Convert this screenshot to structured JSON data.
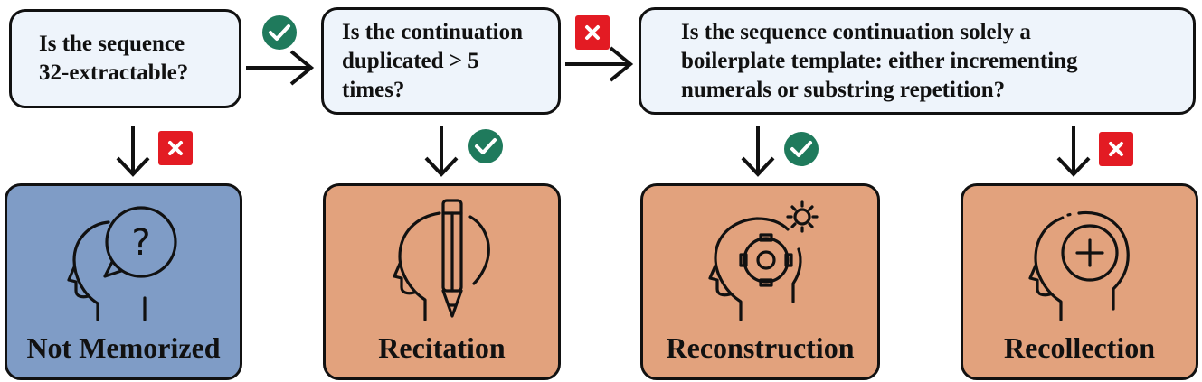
{
  "questions": [
    {
      "lines": [
        "Is the sequence",
        "32-extractable?"
      ]
    },
    {
      "lines": [
        "Is the continuation",
        "duplicated > 5",
        "times?"
      ]
    },
    {
      "lines": [
        "Is the sequence continuation solely a",
        "boilerplate template: either incrementing",
        "numerals or substring repetition?"
      ]
    }
  ],
  "categories": [
    {
      "label": "Not Memorized",
      "color": "#7f9cc6",
      "icon": "question-head-icon"
    },
    {
      "label": "Recitation",
      "color": "#e2a27d",
      "icon": "pencil-head-icon"
    },
    {
      "label": "Reconstruction",
      "color": "#e2a27d",
      "icon": "gear-head-icon"
    },
    {
      "label": "Recollection",
      "color": "#e2a27d",
      "icon": "plus-head-icon"
    }
  ],
  "colors": {
    "yes": "#1f7a5c",
    "no": "#e31b23",
    "border": "#111111",
    "question_bg": "#eef4fb"
  }
}
